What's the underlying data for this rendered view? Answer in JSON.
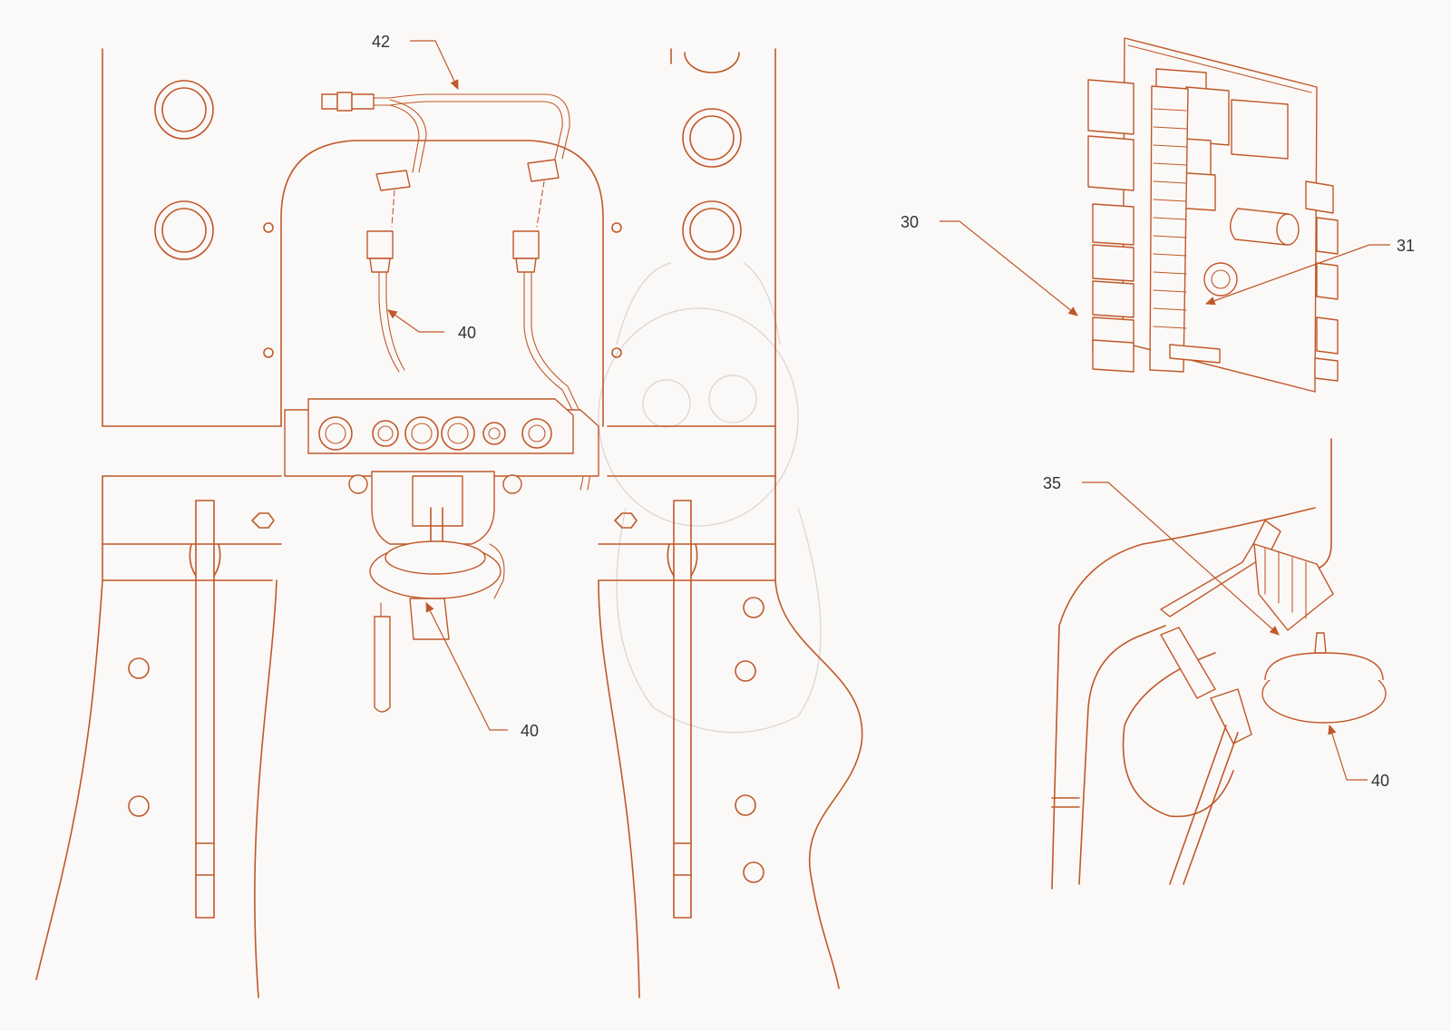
{
  "colors": {
    "ink": "#c0582a",
    "label": "#333333",
    "background": "#fbf9f7",
    "watermark": "#d8d4d0"
  },
  "labels": {
    "harness": "42",
    "sensor_wire": "40",
    "sensor_body": "40",
    "relay_board": "30",
    "board_connector": "31",
    "bracket": "35",
    "sensor_side": "40"
  }
}
